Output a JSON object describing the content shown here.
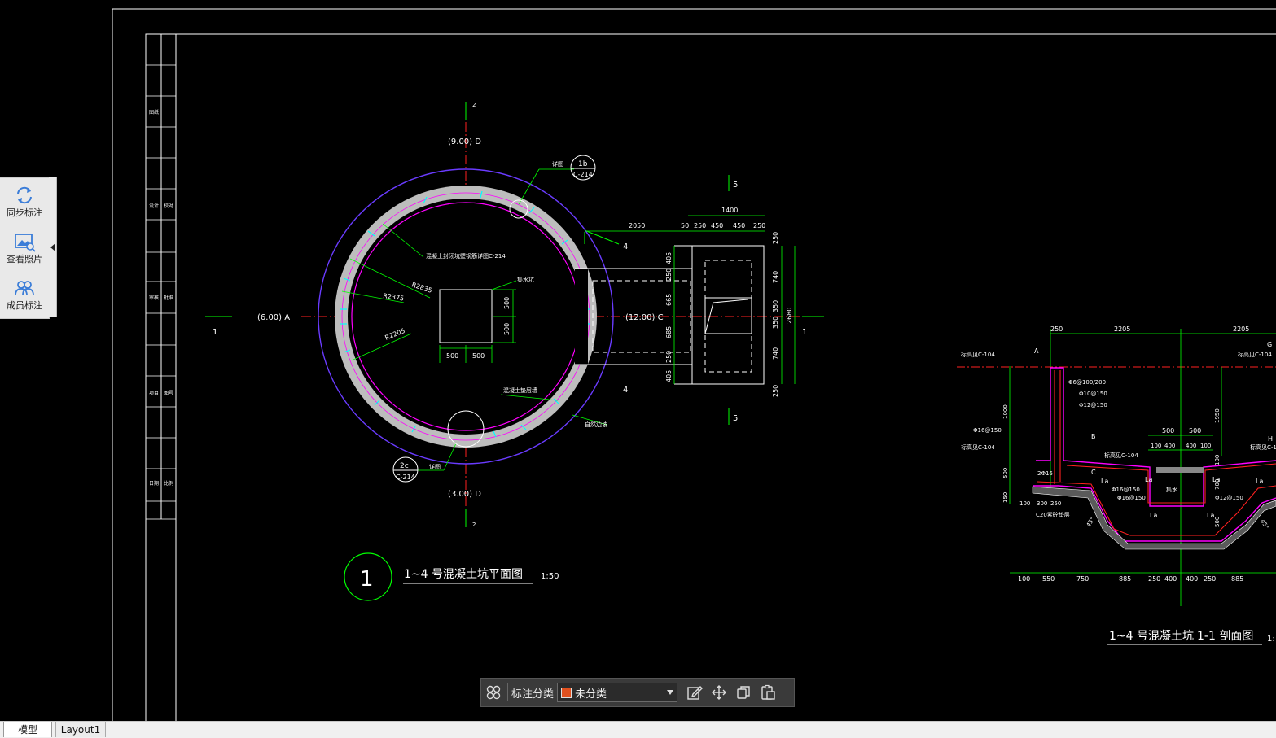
{
  "colors": {
    "background": "#000000",
    "frame": "#ffffff",
    "dimension": "#00ff00",
    "center": "#ff2020",
    "wall": "#bdbdbd",
    "outer": "#6a3bff",
    "inner": "#ff00ff",
    "rebar": "#00ffff",
    "toolbar_swatch": "#e0501e"
  },
  "side_panel": {
    "items": [
      {
        "label": "同步标注",
        "icon": "sync-icon"
      },
      {
        "label": "查看照片",
        "icon": "photo-icon"
      },
      {
        "label": "成员标注",
        "icon": "members-icon"
      }
    ]
  },
  "plan": {
    "axis_top": "(9.00) D",
    "axis_bottom": "(3.00) D",
    "axis_left": "(6.00) A",
    "axis_right": "(12.00) C",
    "axis_mark_top": "2",
    "axis_mark_bottom": "2",
    "section_left": "1",
    "section_right": "1",
    "section_4_top": "4",
    "section_4_bottom": "4",
    "section_5_top": "5",
    "section_5_bottom": "5",
    "r_labels": [
      "R2835",
      "R2375",
      "R2205"
    ],
    "label_wall": "混凝土封闭坑壁钢筋详图C-214",
    "label_pit": "集水坑",
    "label_conc": "混凝土垫层墙",
    "label_outer": "自然边坡",
    "callout_1b_num": "1b",
    "callout_1b_ref": "C-214",
    "callout_1b_tag": "详图",
    "callout_2c_num": "2c",
    "callout_2c_ref": "C-214",
    "callout_2c_tag": "详图",
    "pit_dims": [
      "500",
      "500",
      "500",
      "500"
    ],
    "right_dims_top": [
      "2050",
      "50",
      "250",
      "450",
      "450",
      "250"
    ],
    "right_dim_total": "1400",
    "right_dims_left": [
      "405",
      "250",
      "665",
      "685",
      "250",
      "405"
    ],
    "right_dims_right": [
      "250",
      "740",
      "350",
      "350",
      "740",
      "250"
    ],
    "right_dim_outer": "2680",
    "title_number": "1",
    "title_text": "1~4 号混凝土坑平面图",
    "title_scale": "1:50"
  },
  "section": {
    "top_dims": [
      "250",
      "2205",
      "2205"
    ],
    "labels": [
      "标高见C-104",
      "标高见C-104",
      "标高见C-104",
      "标高见C-104",
      "标高见C-104"
    ],
    "rebar": [
      "Φ6@100/200",
      "Φ10@150",
      "Φ12@150",
      "Φ16@150",
      "Φ16@150",
      "Φ16@150",
      "Φ12@150"
    ],
    "markers": [
      "A",
      "B",
      "C",
      "G",
      "H"
    ],
    "inner_dims": [
      "500",
      "500",
      "100",
      "400",
      "400",
      "100"
    ],
    "vert_dims": [
      "1000",
      "500",
      "150",
      "1950",
      "100",
      "700",
      "500"
    ],
    "la_marks": [
      "La",
      "La",
      "La",
      "La",
      "La",
      "La"
    ],
    "small": [
      "2Φ16",
      "100",
      "300",
      "250",
      "C20素砼垫层",
      "45°",
      "45°",
      "集水"
    ],
    "bottom_dims": [
      "100",
      "550",
      "750",
      "885",
      "250",
      "400",
      "400",
      "250",
      "885"
    ],
    "title": "1~4 号混凝土坑",
    "title_section": "1-1 剖面图",
    "title_scale": "1:"
  },
  "toolbar": {
    "category_label": "标注分类",
    "selected": "未分类",
    "icons": [
      "grid-icon",
      "edit-icon",
      "move-icon",
      "copy-icon",
      "paste-icon"
    ]
  },
  "tabs": {
    "model": "模型",
    "layout1": "Layout1"
  }
}
